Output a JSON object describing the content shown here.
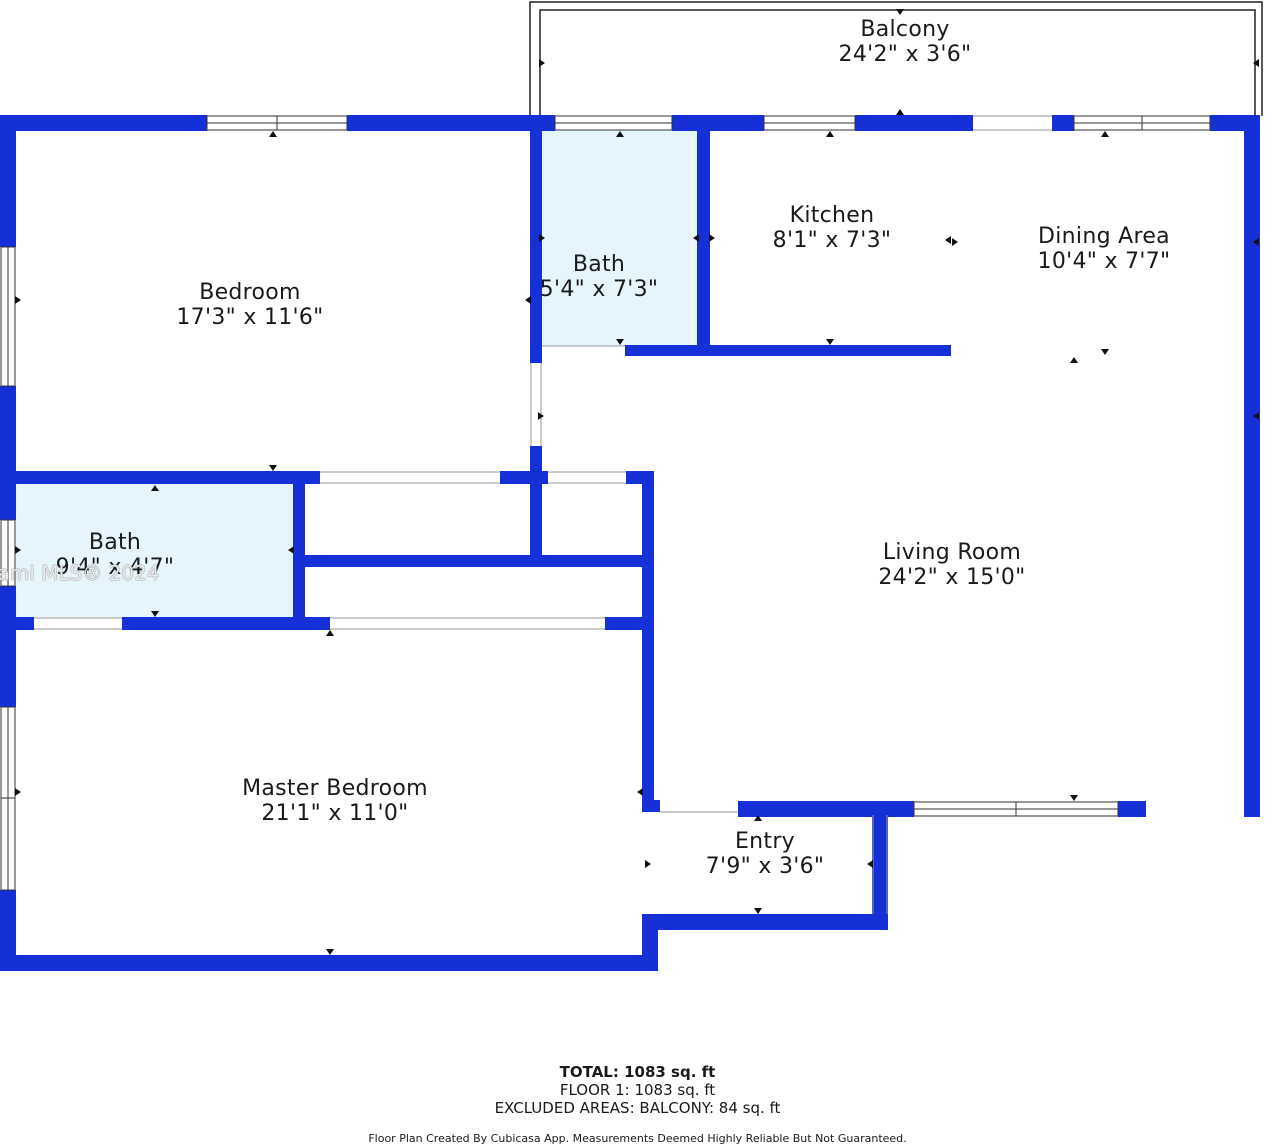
{
  "rooms": {
    "balcony": {
      "name": "Balcony",
      "dims": "24'2\" x 3'6\""
    },
    "bedroom": {
      "name": "Bedroom",
      "dims": "17'3\" x 11'6\""
    },
    "bath_upper": {
      "name": "Bath",
      "dims": "5'4\" x 7'3\""
    },
    "kitchen": {
      "name": "Kitchen",
      "dims": "8'1\" x 7'3\""
    },
    "dining": {
      "name": "Dining Area",
      "dims": "10'4\" x 7'7\""
    },
    "bath_lower": {
      "name": "Bath",
      "dims": "9'4\" x 4'7\""
    },
    "living": {
      "name": "Living Room",
      "dims": "24'2\" x 15'0\""
    },
    "master": {
      "name": "Master Bedroom",
      "dims": "21'1\" x 11'0\""
    },
    "entry": {
      "name": "Entry",
      "dims": "7'9\" x 3'6\""
    }
  },
  "summary": {
    "total": "TOTAL: 1083 sq. ft",
    "floor": "FLOOR 1: 1083 sq. ft",
    "excluded": "EXCLUDED AREAS: BALCONY: 84 sq. ft",
    "disclaimer": "Floor Plan Created By Cubicasa App. Measurements Deemed Highly Reliable But Not Guaranteed."
  },
  "watermark": "iami MLS® 2024",
  "colors": {
    "wall": "#1530d6",
    "bath_fill": "#e6f4fc",
    "background": "#ffffff"
  }
}
